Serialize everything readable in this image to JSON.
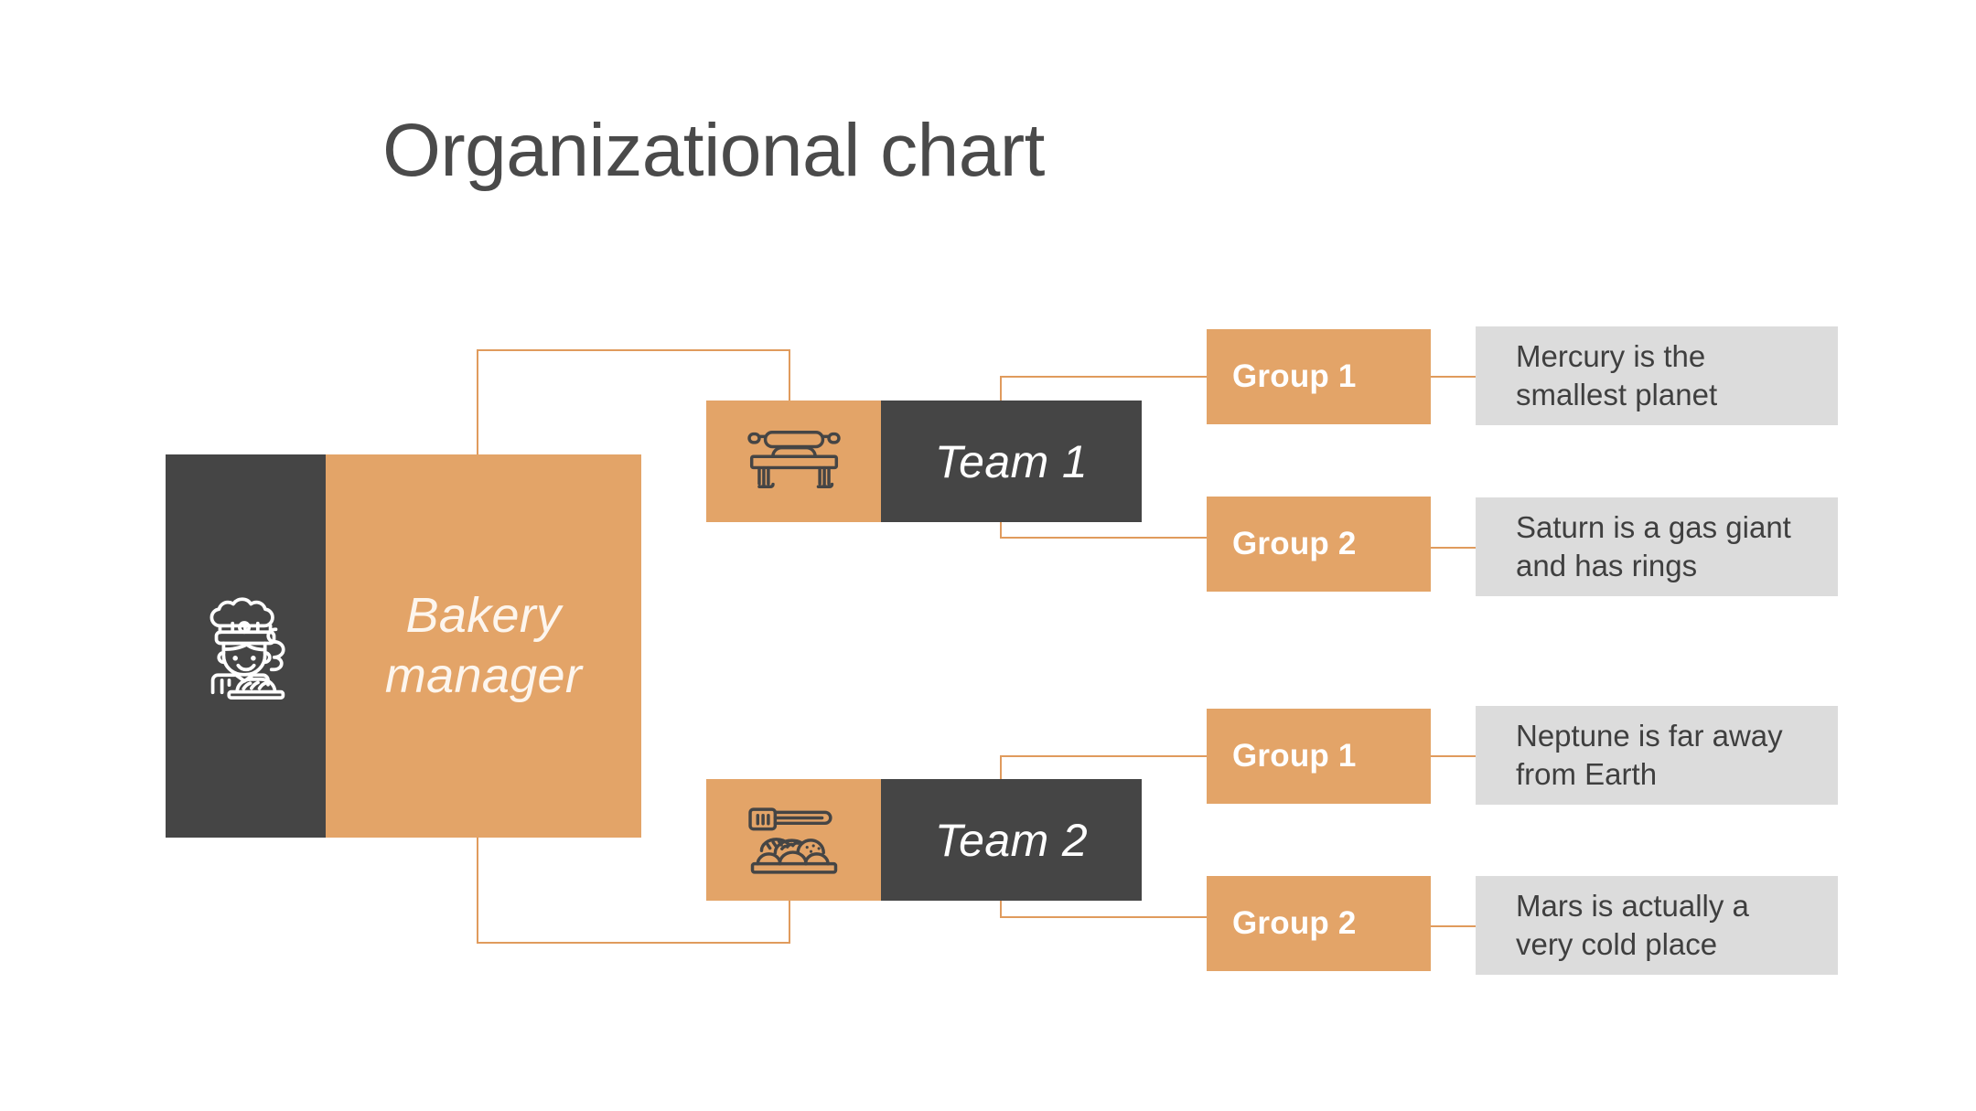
{
  "page": {
    "title": "Organizational chart",
    "background": "#FFFFFF"
  },
  "theme": {
    "accent_orange": "#E3A468",
    "line_orange": "#E09B5D",
    "dark": "#454545",
    "light_gray": "#DCDCDC",
    "title_color": "#4A4A4A",
    "on_dark_text": "#FFFFFF",
    "on_orange_text": "#FDF6EE",
    "desc_text": "#3F3F3F"
  },
  "root": {
    "label": "Bakery manager",
    "label_line1": "Bakery",
    "label_line2": "manager",
    "icon": "baker-chef-icon"
  },
  "teams": [
    {
      "label": "Team 1",
      "icon": "rolling-pin-icon",
      "groups": [
        {
          "label": "Group 1",
          "description": "Mercury is the smallest planet",
          "description_line1": "Mercury is the",
          "description_line2": "smallest planet"
        },
        {
          "label": "Group 2",
          "description": "Saturn is a gas giant and has rings",
          "description_line1": "Saturn is a gas giant",
          "description_line2": "and has rings"
        }
      ]
    },
    {
      "label": "Team 2",
      "icon": "bread-loaves-tray-icon",
      "groups": [
        {
          "label": "Group 1",
          "description": "Neptune is far away from Earth",
          "description_line1": "Neptune is far away",
          "description_line2": "from Earth"
        },
        {
          "label": "Group 2",
          "description": "Mars is actually a very cold place",
          "description_line1": "Mars is actually a",
          "description_line2": "very cold place"
        }
      ]
    }
  ]
}
